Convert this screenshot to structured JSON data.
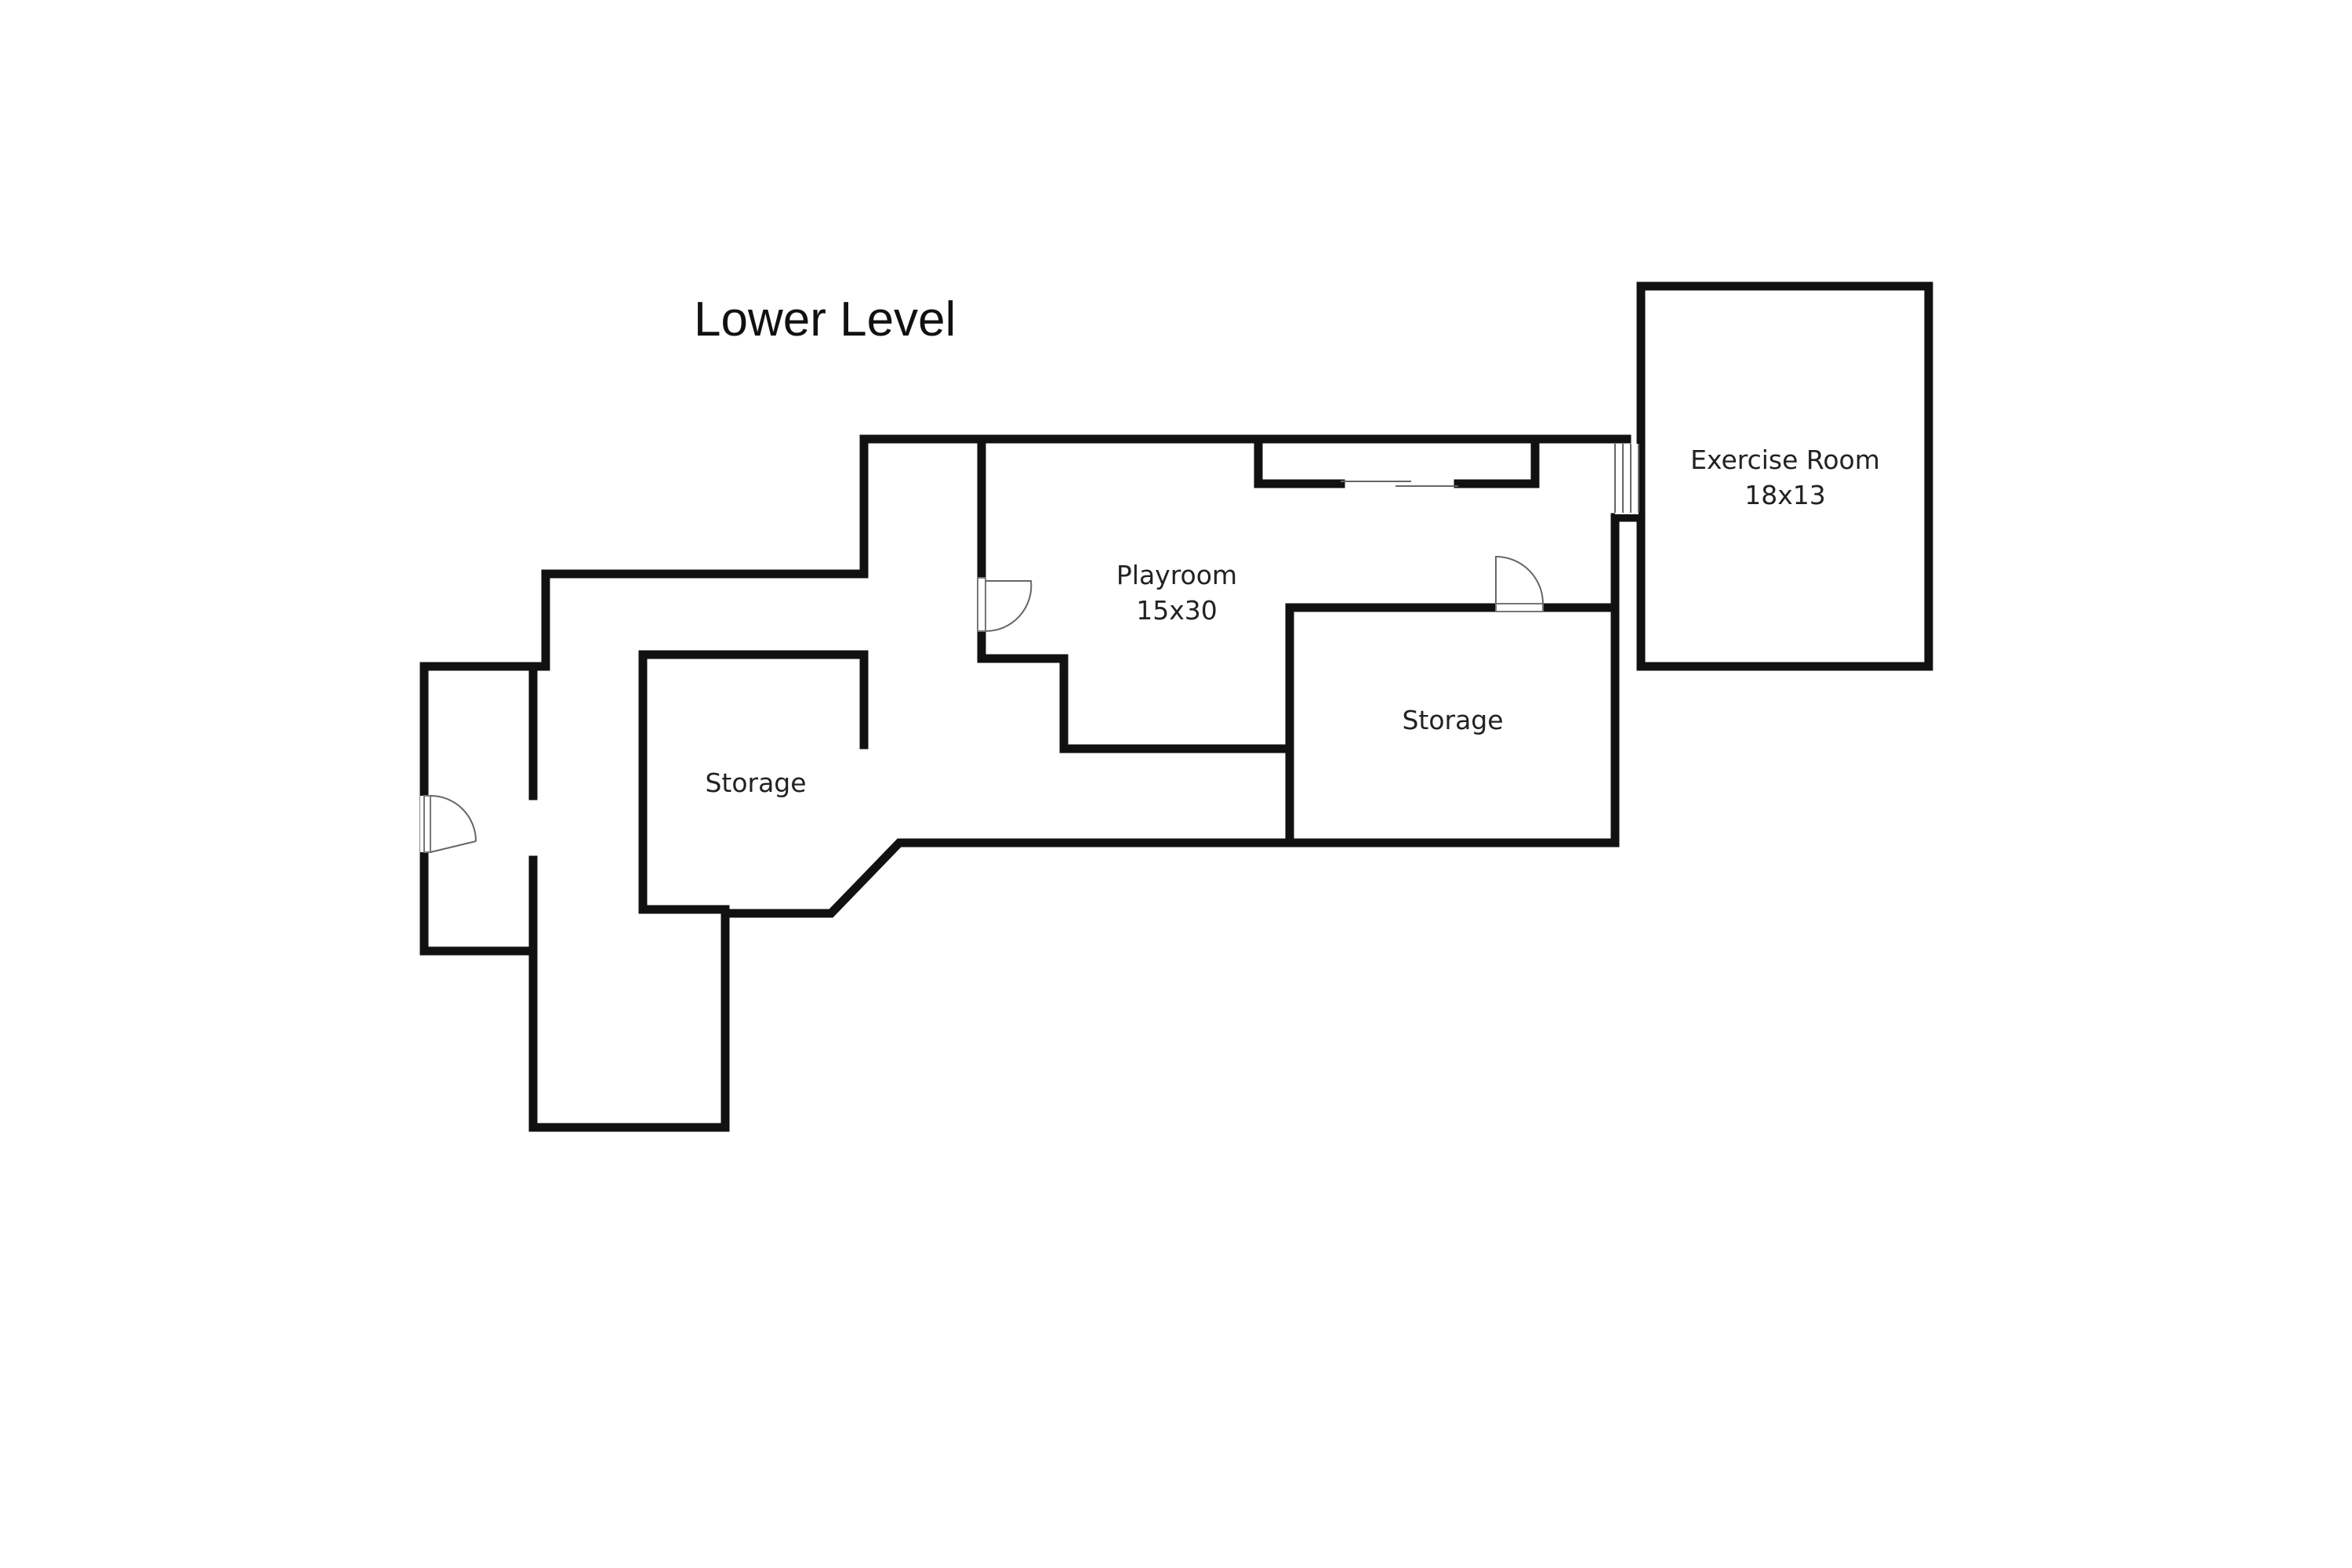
{
  "title": "Lower Level",
  "rooms": {
    "playroom": {
      "name": "Playroom",
      "size": "15x30"
    },
    "exercise_room": {
      "name": "Exercise Room",
      "size": "18x13"
    },
    "storage_center": {
      "name": "Storage"
    },
    "storage_left": {
      "name": "Storage"
    }
  },
  "colors": {
    "wall": "#111111",
    "background": "#ffffff"
  }
}
